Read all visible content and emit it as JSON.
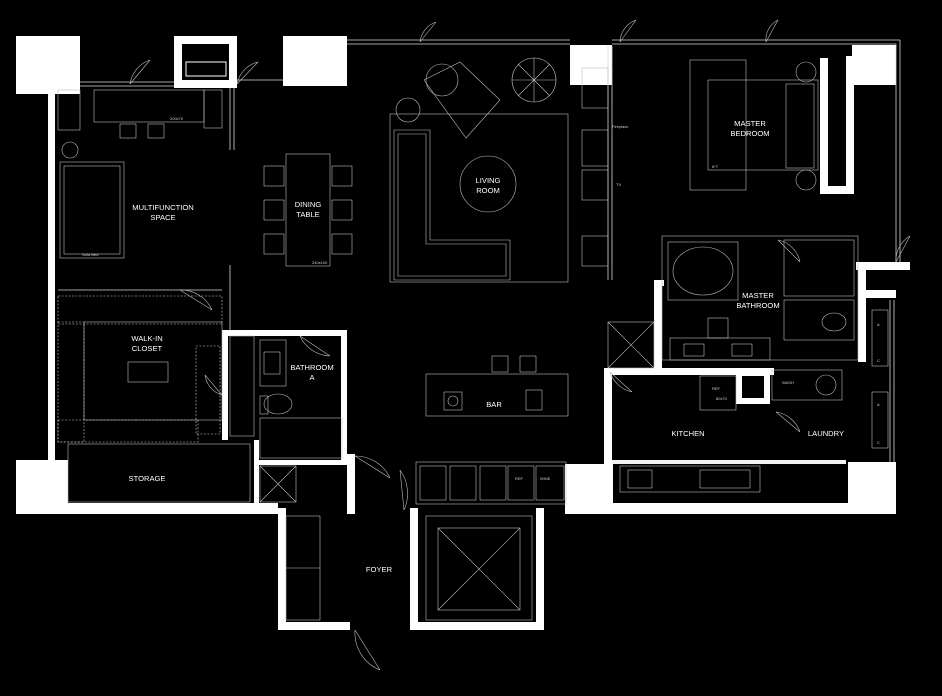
{
  "rooms": {
    "multifunction": [
      "MULTIFUNCTION",
      "SPACE"
    ],
    "dining": [
      "DINING",
      "TABLE"
    ],
    "living": [
      "LIVING",
      "ROOM"
    ],
    "master_bedroom": [
      "MASTER",
      "BEDROOM"
    ],
    "master_bathroom": [
      "MASTER",
      "BATHROOM"
    ],
    "walk_in_closet": [
      "WALK-IN",
      "CLOSET"
    ],
    "bathroom_a": [
      "BATHROOM",
      "A"
    ],
    "bar": "BAR",
    "kitchen": "KITCHEN",
    "laundry": "LAUNDRY",
    "storage": "STORAGE",
    "foyer": "FOYER"
  },
  "annotations": {
    "desk_size": "200x70",
    "table_size": "240x100",
    "sofa_bed": "Sofa Bed",
    "fireplace": "Fireplace",
    "tv": "TV",
    "bed_size": "6*7",
    "ref_size": "80x70",
    "ref": "REF",
    "ref_bar": "REF",
    "wine": "WINE",
    "washer": "WASH",
    "ac_label": "A",
    "c_label": "C"
  }
}
